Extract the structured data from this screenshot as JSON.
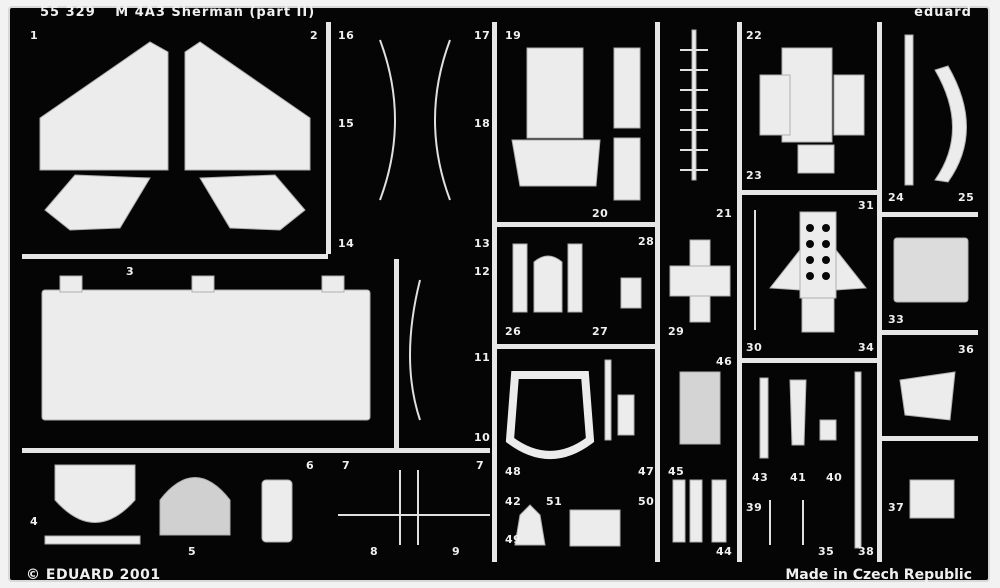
{
  "sheet": {
    "header_code": "55 329",
    "header_title": "M 4A3 Sherman (part II)",
    "header_brand": "eduard",
    "footer_copyright": "© EDUARD 2001",
    "footer_origin": "Made in Czech Republic",
    "colors": {
      "metal": "#ececec",
      "background": "#050505",
      "frame": "#f2f2f2"
    }
  },
  "labels": [
    "1",
    "2",
    "3",
    "4",
    "5",
    "6",
    "7",
    "7",
    "8",
    "9",
    "10",
    "11",
    "12",
    "13",
    "14",
    "15",
    "16",
    "17",
    "18",
    "19",
    "20",
    "21",
    "22",
    "23",
    "24",
    "25",
    "26",
    "27",
    "28",
    "29",
    "30",
    "31",
    "33",
    "34",
    "35",
    "36",
    "37",
    "38",
    "39",
    "40",
    "41",
    "42",
    "43",
    "44",
    "45",
    "46",
    "47",
    "48",
    "49",
    "50",
    "51"
  ]
}
